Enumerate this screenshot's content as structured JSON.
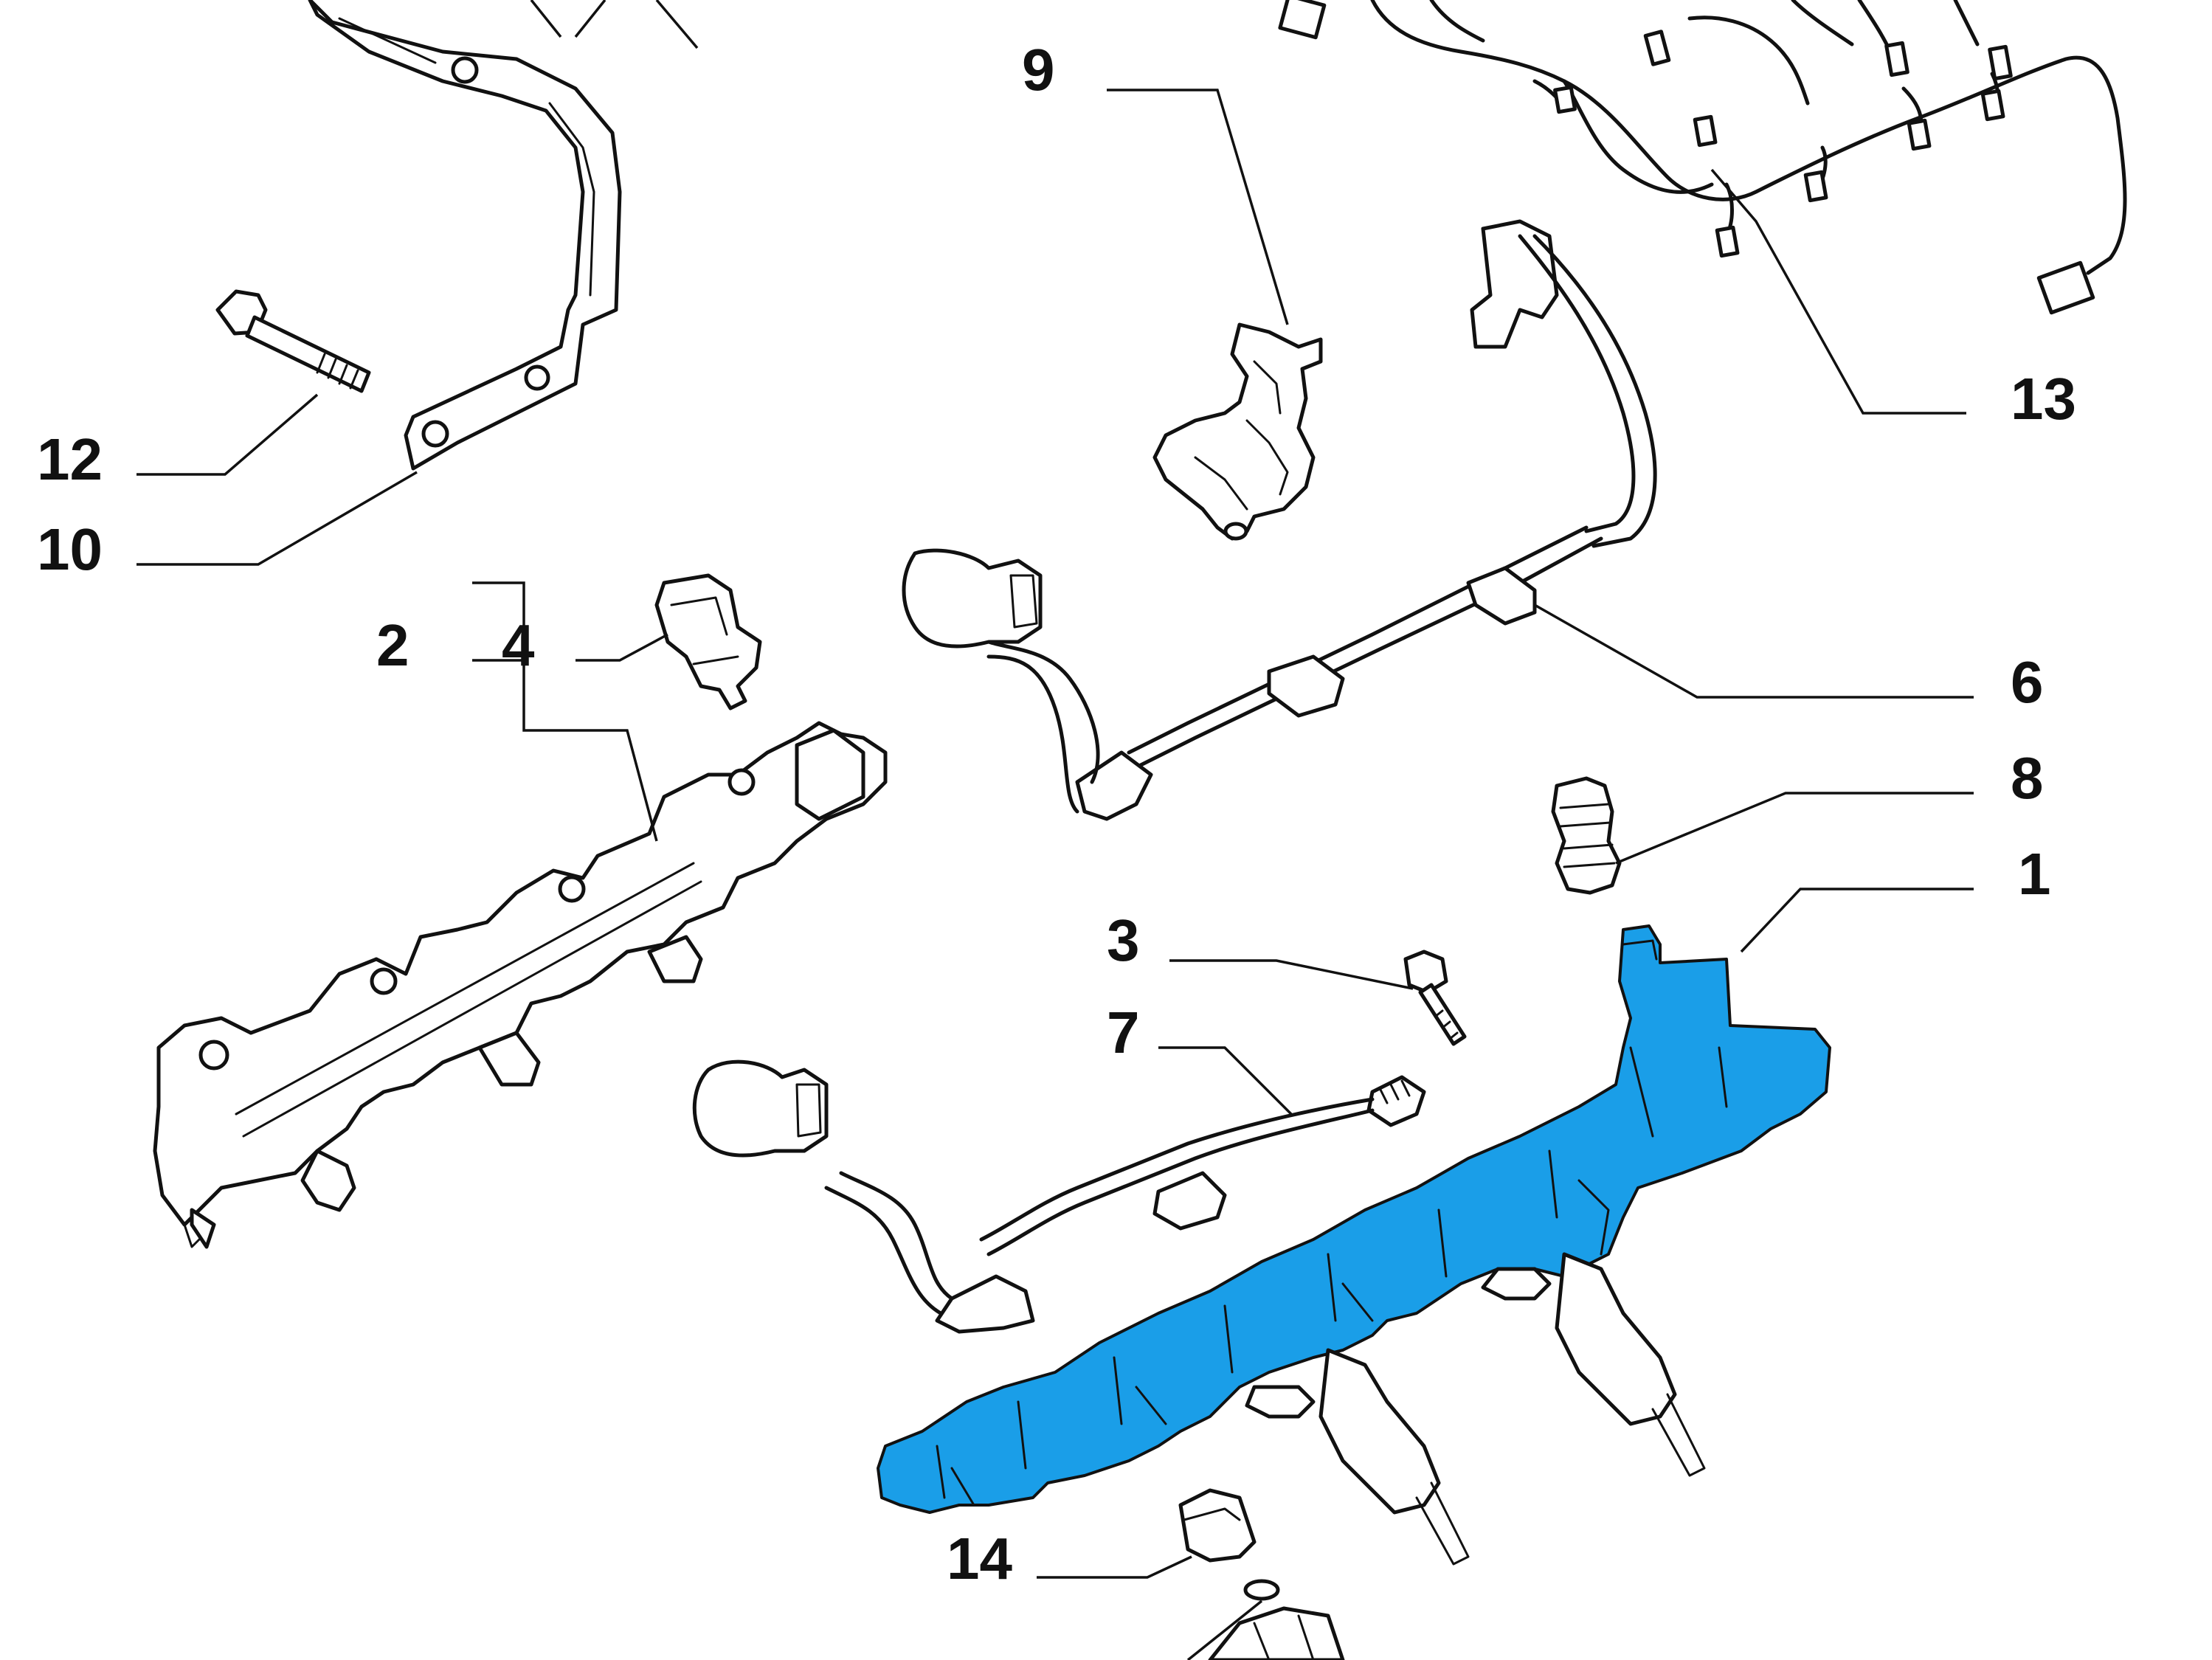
{
  "colors": {
    "highlight": "#1a9ee8",
    "line": "#111111",
    "background": "#ffffff"
  },
  "callouts": {
    "c1": "1",
    "c2": "2",
    "c3": "3",
    "c4": "4",
    "c6": "6",
    "c7": "7",
    "c8": "8",
    "c9": "9",
    "c10": "10",
    "c12": "12",
    "c13": "13",
    "c14": "14"
  },
  "highlighted_part": "1"
}
